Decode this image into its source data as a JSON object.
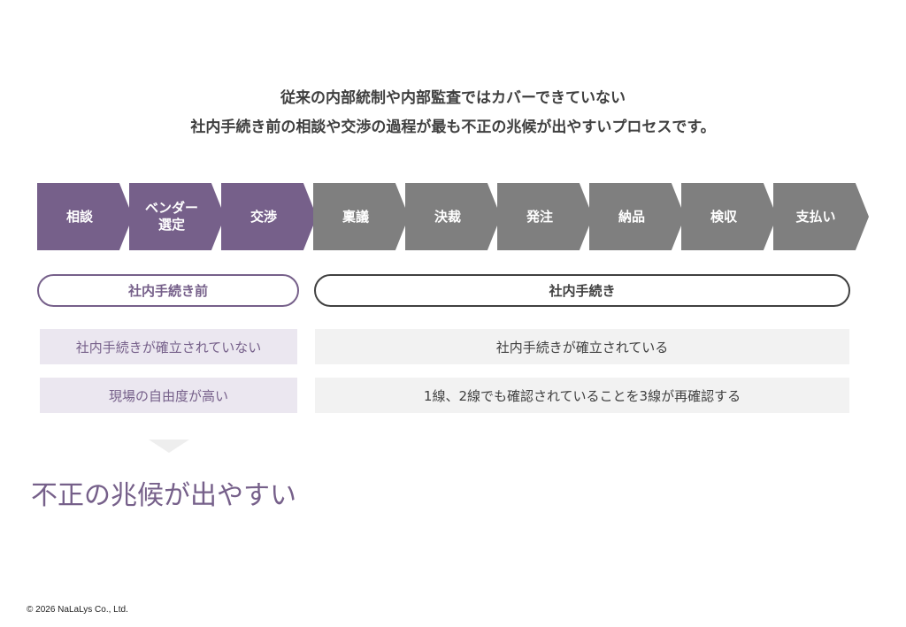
{
  "title_lines": [
    "従来の内部統制や内部監査ではカバーできていない",
    "社内手続き前の相談や交渉の過程が最も不正の兆候が出やすいプロセスです。"
  ],
  "steps": [
    "相談",
    "ベンダー\n選定",
    "交渉",
    "稟議",
    "決裁",
    "発注",
    "納品",
    "検収",
    "支払い"
  ],
  "phases": {
    "before": "社内手続き前",
    "during": "社内手続き"
  },
  "rows": [
    {
      "left": "社内手続きが確立されていない",
      "right": "社内手続きが確立されている"
    },
    {
      "left": "現場の自由度が高い",
      "right": "1線、2線でも確認されていることを3線が再確認する"
    }
  ],
  "conclusion": "不正の兆候が出やすい",
  "copyright": "© 2026 NaLaLys Co., Ltd.",
  "colors": {
    "purple": "#76608a",
    "gray": "#7f7f7f",
    "purple_light": "#ebe7f0",
    "gray_light": "#f2f2f2"
  }
}
